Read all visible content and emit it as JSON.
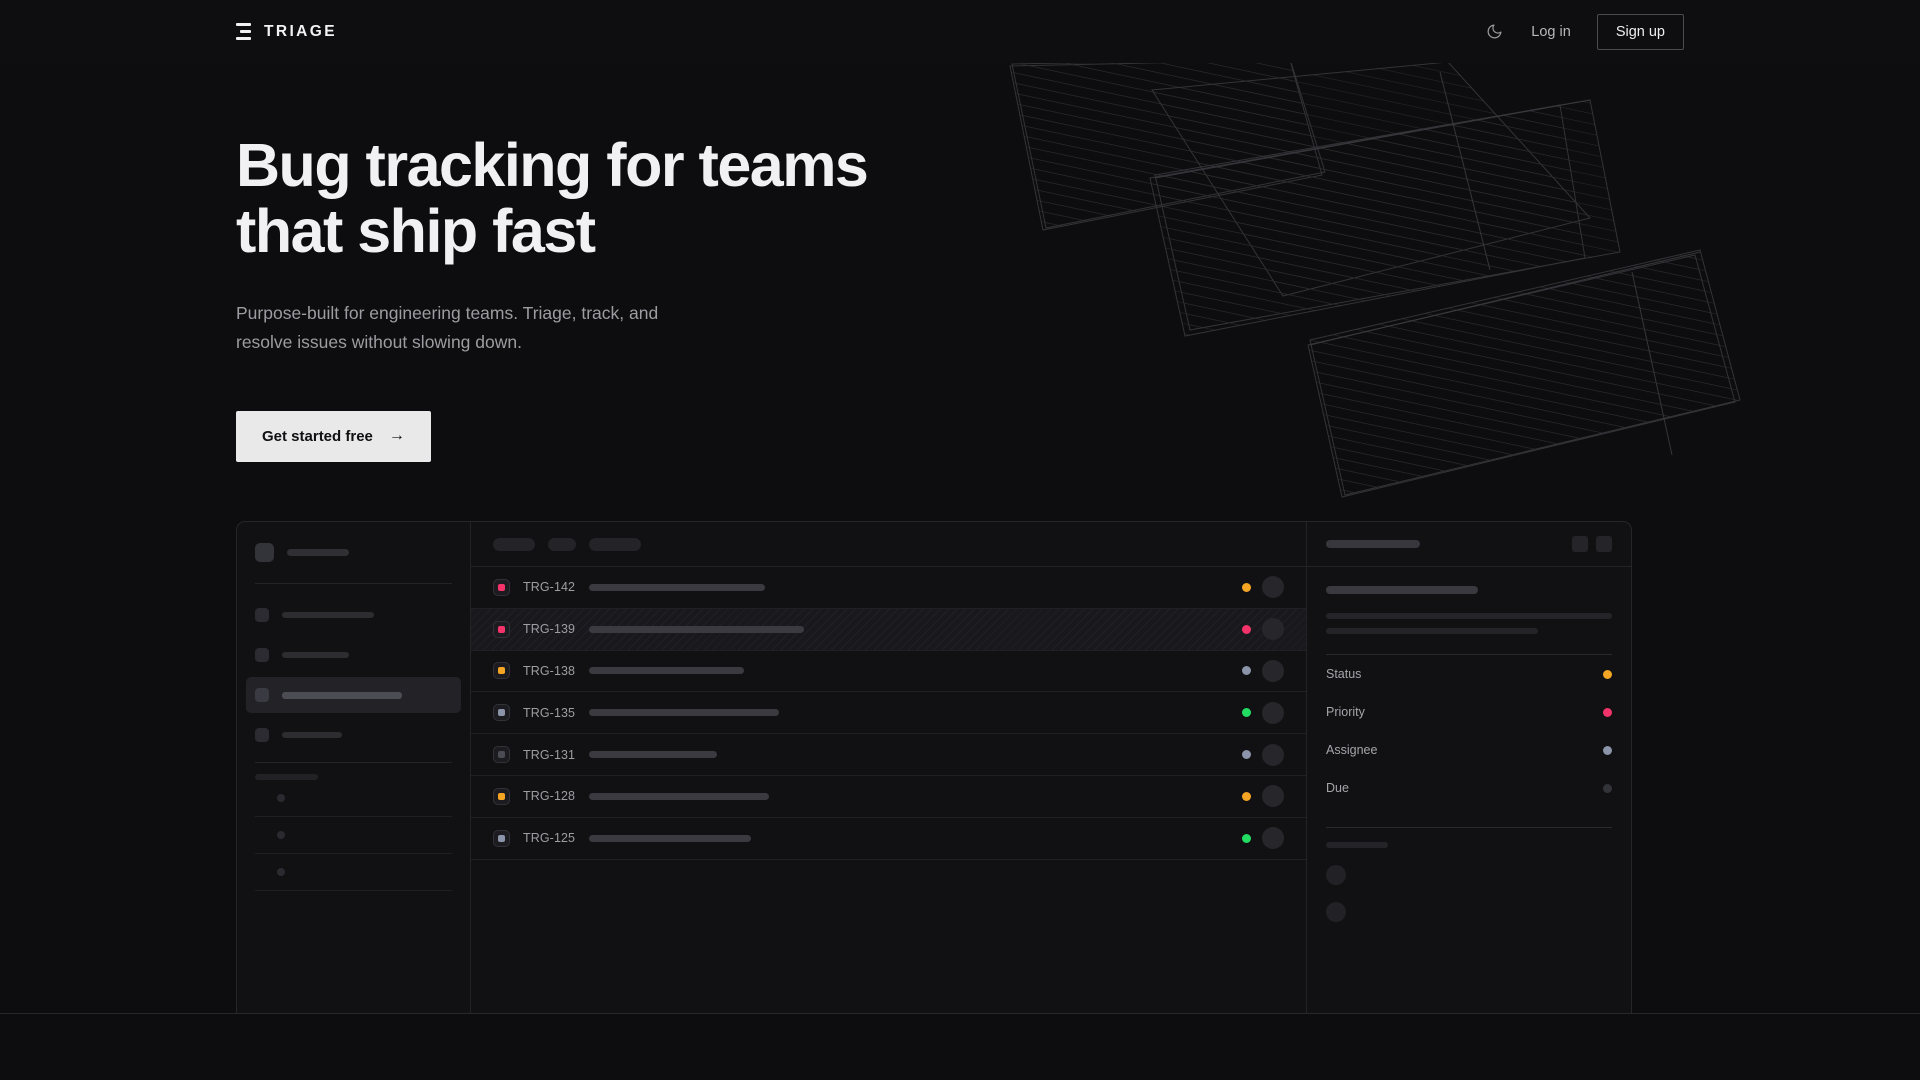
{
  "nav": {
    "brand": "TRIAGE",
    "brand_icon": "stacked-bars-logo-icon",
    "theme_icon": "moon-icon",
    "login_label": "Log in",
    "signup_label": "Sign up"
  },
  "hero": {
    "heading_line1": "Bug tracking for teams",
    "heading_line2": "that ship fast",
    "subheading": "Purpose-built for engineering teams. Triage, track, and resolve issues without slowing down.",
    "cta_label": "Get started free",
    "cta_arrow": "→"
  },
  "colors": {
    "page_bg": "#0d0d0f",
    "nav_bg": "#0e0e10",
    "panel_bg": "#111114",
    "border": "#26262a",
    "text_primary": "#f1f1f3",
    "text_muted": "#9c9ca2",
    "cta_bg": "#e9e9ea",
    "status_amber": "#f5a524",
    "status_rose": "#f3336a",
    "status_slate": "#8b94a8",
    "status_green": "#22dd62",
    "status_dim": "#33333a"
  },
  "app": {
    "sidebar": {
      "workspace_placeholder": true,
      "nav_items": [
        {
          "active": false,
          "width": 92
        },
        {
          "active": false,
          "width": 67
        },
        {
          "active": true,
          "width": 120
        },
        {
          "active": false,
          "width": 60
        }
      ],
      "section_items": 3
    },
    "list": {
      "toolbar_chips": [
        42,
        28,
        52
      ],
      "rows": [
        {
          "id": "TRG-142",
          "priority": "#f3336a",
          "status": "#f5a524",
          "title_width": 176,
          "selected": false
        },
        {
          "id": "TRG-139",
          "priority": "#f3336a",
          "status": "#f3336a",
          "title_width": 215,
          "selected": true
        },
        {
          "id": "TRG-138",
          "priority": "#f5a524",
          "status": "#8b94a8",
          "title_width": 155,
          "selected": false
        },
        {
          "id": "TRG-135",
          "priority": "#8b94a8",
          "status": "#22dd62",
          "title_width": 190,
          "selected": false
        },
        {
          "id": "TRG-131",
          "priority": "#4b4b53",
          "status": "#8b94a8",
          "title_width": 128,
          "selected": false
        },
        {
          "id": "TRG-128",
          "priority": "#f5a524",
          "status": "#f5a524",
          "title_width": 180,
          "selected": false
        },
        {
          "id": "TRG-125",
          "priority": "#8b94a8",
          "status": "#22dd62",
          "title_width": 162,
          "selected": false
        }
      ]
    },
    "detail": {
      "fields": [
        {
          "label": "Status",
          "color": "#f5a524"
        },
        {
          "label": "Priority",
          "color": "#f3336a"
        },
        {
          "label": "Assignee",
          "color": "#8b94a8"
        },
        {
          "label": "Due",
          "color": "#33333a"
        }
      ],
      "comment_avatars": 2
    }
  }
}
